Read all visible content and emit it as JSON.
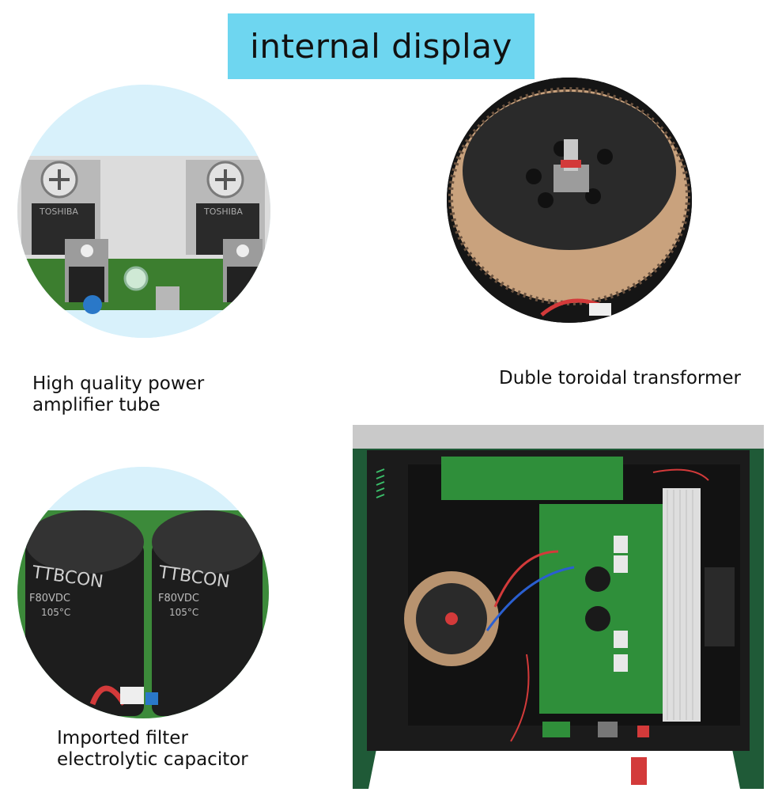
{
  "title": "internal display",
  "captions": {
    "tube_line1": "High quality power",
    "tube_line2": "amplifier tube",
    "transformer": "Duble toroidal transformer",
    "capacitor_line1": "Imported filter",
    "capacitor_line2": "electrolytic capacitor"
  },
  "photo_text": {
    "transistor_brand": "TOSHIBA",
    "capacitor_brand": "TTBCON",
    "capacitor_spec": "F80VDC",
    "capacitor_temp": "105°C"
  },
  "colors": {
    "banner": "#6ed6f0",
    "circle_tint": "#d8f1fb",
    "pcb_green": "#2f8f3a",
    "chassis_black": "#1b1b1b",
    "chassis_green": "#1f5a37"
  }
}
